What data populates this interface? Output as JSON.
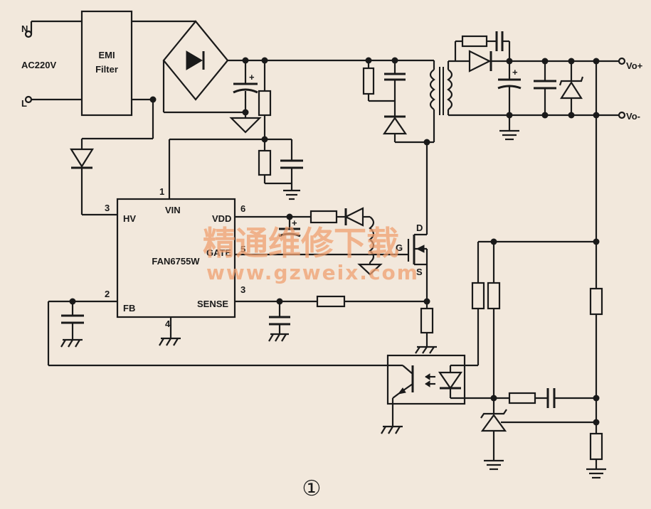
{
  "input": {
    "n_label": "N",
    "l_label": "L",
    "ac_label": "AC220V"
  },
  "emi": {
    "line1": "EMI",
    "line2": "Filter"
  },
  "ic": {
    "name": "FAN6755W",
    "pins": {
      "hv": "HV",
      "hv_num": "3",
      "vin": "VIN",
      "vin_num": "1",
      "vdd": "VDD",
      "vdd_num": "6",
      "gate": "GATE",
      "gate_num": "5",
      "fb": "FB",
      "fb_num": "2",
      "sense": "SENSE",
      "sense_num": "3",
      "gnd_num": "4"
    }
  },
  "mosfet": {
    "d": "D",
    "g": "G",
    "s": "S"
  },
  "outputs": {
    "vo_plus": "Vo+",
    "vo_minus": "Vo-"
  },
  "watermark": {
    "cn": "精通维修下载",
    "url": "www.gzweix.com"
  },
  "figure_number": "①",
  "colors": {
    "ink": "#1a1a1a",
    "paper": "#f2e8dc",
    "watermark": "#f0a070"
  }
}
